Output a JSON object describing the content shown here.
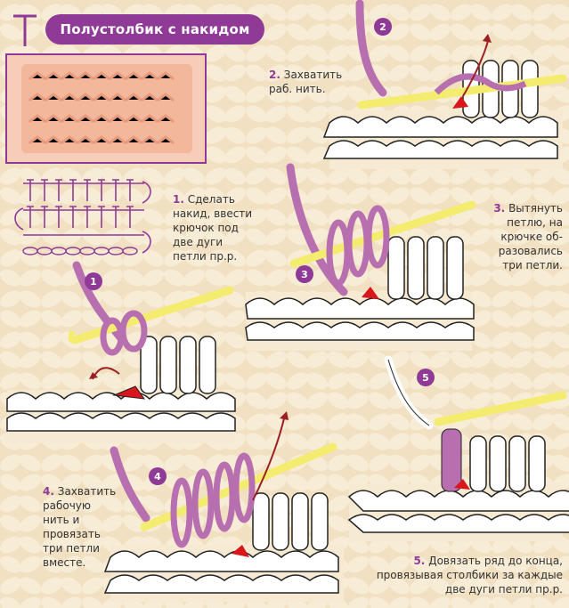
{
  "title": "Полустолбик с накидом",
  "colors": {
    "accent": "#8e3a96",
    "yarn": "#b76fb0",
    "hook": "#f4ec6e",
    "marker": "#d8161b",
    "arrow": "#9c1f24"
  },
  "steps": [
    {
      "num": "1.",
      "text": "Сделать накид, ввести крючок под две дуги петли пр.р.",
      "badge": "1"
    },
    {
      "num": "2.",
      "text": "Захватить раб. нить.",
      "badge": "2"
    },
    {
      "num": "3.",
      "text": "Вытянуть петлю, на крючке об- разовались три петли.",
      "badge": "3"
    },
    {
      "num": "4.",
      "text": "Захватить рабочую нить и провязать три петли вместе.",
      "badge": "4"
    },
    {
      "num": "5.",
      "text": "Довязать ряд до конца, провязывая столбики за каждые две дуги петли пр.р.",
      "badge": "5"
    }
  ]
}
